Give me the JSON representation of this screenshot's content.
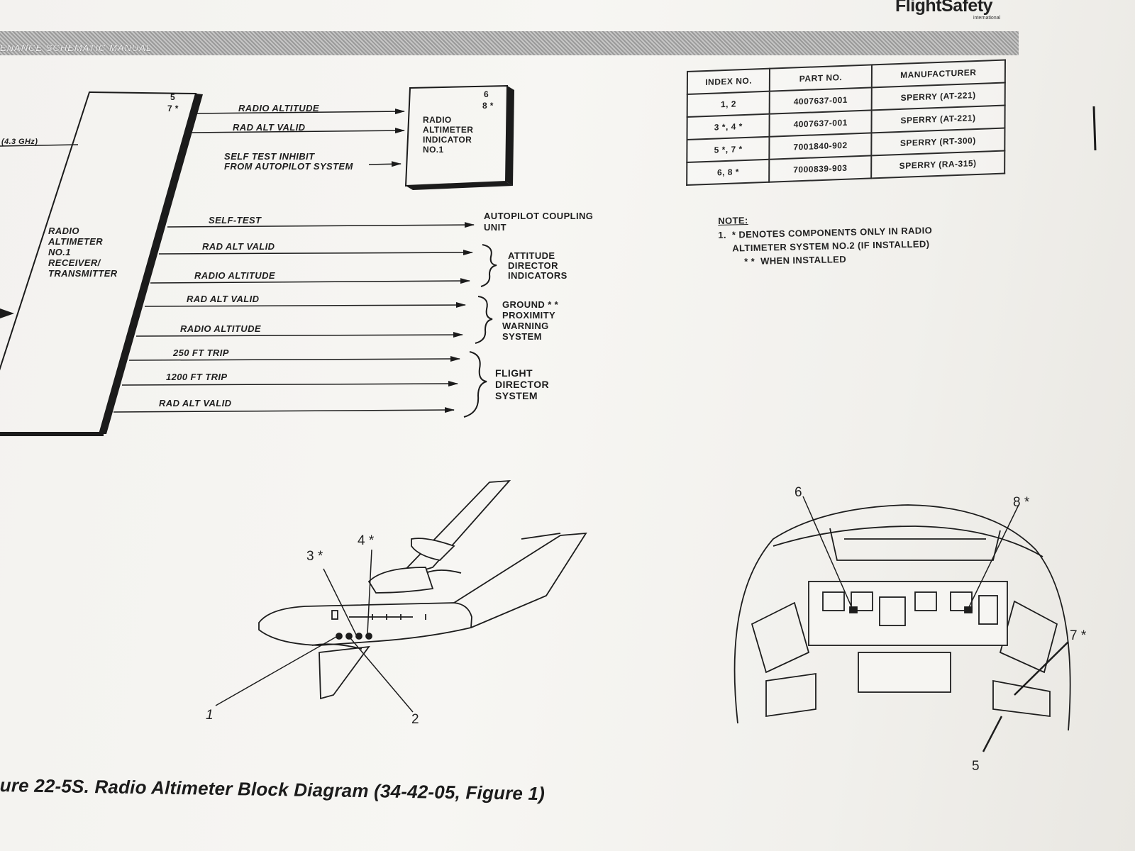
{
  "header": {
    "brand": "FlightSafety",
    "brand_sub": "international",
    "manual_title": "ENANCE SCHEMATIC MANUAL"
  },
  "receiver": {
    "index": "5",
    "index_star": "7 *",
    "label": "RADIO\nALTIMETER\nNO.1\nRECEIVER/\nTRANSMITTER",
    "input_label": "(4.3 GHz)"
  },
  "indicator": {
    "index": "6",
    "index_star": "8 *",
    "label": "RADIO\nALTIMETER\nINDICATOR\nNO.1"
  },
  "indicator_signals": [
    "RADIO ALTITUDE",
    "RAD ALT VALID",
    "SELF TEST INHIBIT\nFROM AUTOPILOT SYSTEM"
  ],
  "output_signals": [
    "SELF-TEST",
    "RAD ALT VALID",
    "RADIO ALTITUDE",
    "RAD ALT VALID",
    "RADIO ALTITUDE",
    "250 FT TRIP",
    "1200 FT TRIP",
    "RAD ALT VALID"
  ],
  "destinations": {
    "autopilot": "AUTOPILOT COUPLING\nUNIT",
    "adi": "ATTITUDE\nDIRECTOR\nINDICATORS",
    "gpws": "GROUND * *\nPROXIMITY\nWARNING\nSYSTEM",
    "fd": "FLIGHT\nDIRECTOR\nSYSTEM"
  },
  "parts_table": {
    "headers": [
      "INDEX NO.",
      "PART NO.",
      "MANUFACTURER"
    ],
    "rows": [
      [
        "1, 2",
        "4007637-001",
        "SPERRY (AT-221)"
      ],
      [
        "3 *, 4 *",
        "4007637-001",
        "SPERRY (AT-221)"
      ],
      [
        "5 *, 7 *",
        "7001840-902",
        "SPERRY (RT-300)"
      ],
      [
        "6, 8 *",
        "7000839-903",
        "SPERRY (RA-315)"
      ]
    ]
  },
  "note": {
    "heading": "NOTE:",
    "lines": "1.  * DENOTES COMPONENTS ONLY IN RADIO\n     ALTIMETER SYSTEM NO.2 (IF INSTALLED)\n         * *  WHEN INSTALLED"
  },
  "aircraft_callouts": [
    "1",
    "2",
    "3 *",
    "4 *"
  ],
  "cockpit_callouts": [
    "6",
    "8 *",
    "7 *",
    "5"
  ],
  "caption": "ure 22-5S.   Radio Altimeter Block Diagram (34-42-05, Figure 1)"
}
